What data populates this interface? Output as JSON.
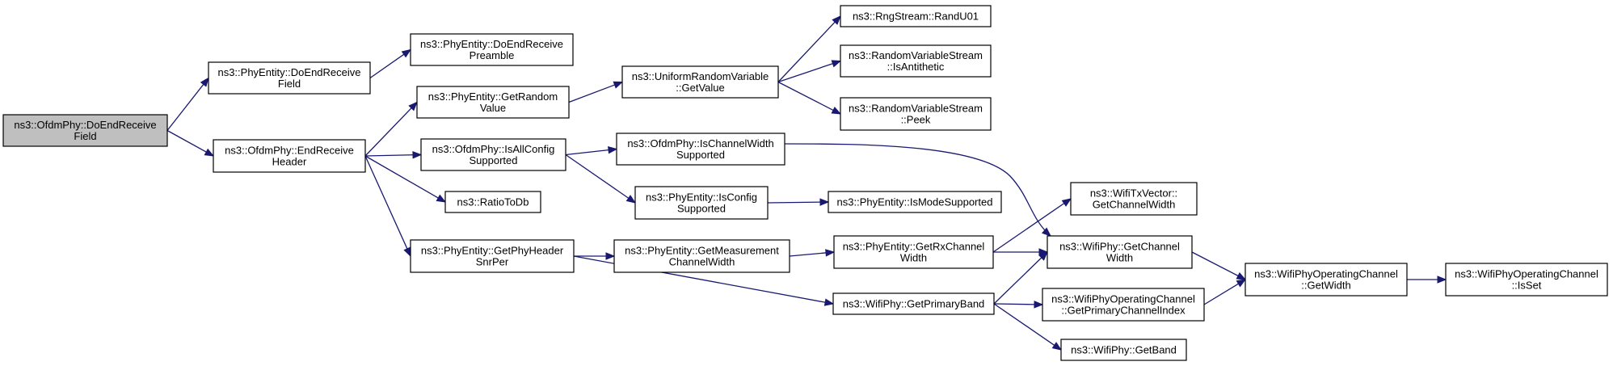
{
  "graph": {
    "colors": {
      "edge": "#191970",
      "root_fill": "#bfbfbf",
      "node_fill": "#ffffff",
      "node_border": "#000000"
    },
    "nodes": [
      {
        "id": "n0",
        "lines": [
          "ns3::OfdmPhy::DoEndReceive",
          "Field"
        ],
        "root": true
      },
      {
        "id": "n1",
        "lines": [
          "ns3::PhyEntity::DoEndReceive",
          "Field"
        ]
      },
      {
        "id": "n2",
        "lines": [
          "ns3::PhyEntity::DoEndReceive",
          "Preamble"
        ]
      },
      {
        "id": "n3",
        "lines": [
          "ns3::OfdmPhy::EndReceive",
          "Header"
        ]
      },
      {
        "id": "n4",
        "lines": [
          "ns3::PhyEntity::GetRandom",
          "Value"
        ]
      },
      {
        "id": "n5",
        "lines": [
          "ns3::UniformRandomVariable",
          "::GetValue"
        ]
      },
      {
        "id": "n6",
        "lines": [
          "ns3::RngStream::RandU01"
        ]
      },
      {
        "id": "n7",
        "lines": [
          "ns3::RandomVariableStream",
          "::IsAntithetic"
        ]
      },
      {
        "id": "n8",
        "lines": [
          "ns3::RandomVariableStream",
          "::Peek"
        ]
      },
      {
        "id": "n9",
        "lines": [
          "ns3::OfdmPhy::IsAllConfig",
          "Supported"
        ]
      },
      {
        "id": "n10",
        "lines": [
          "ns3::OfdmPhy::IsChannelWidth",
          "Supported"
        ]
      },
      {
        "id": "n11",
        "lines": [
          "ns3::PhyEntity::IsConfig",
          "Supported"
        ]
      },
      {
        "id": "n12",
        "lines": [
          "ns3::PhyEntity::IsModeSupported"
        ]
      },
      {
        "id": "n13",
        "lines": [
          "ns3::RatioToDb"
        ]
      },
      {
        "id": "n14",
        "lines": [
          "ns3::PhyEntity::GetPhyHeader",
          "SnrPer"
        ]
      },
      {
        "id": "n15",
        "lines": [
          "ns3::PhyEntity::GetMeasurement",
          "ChannelWidth"
        ]
      },
      {
        "id": "n16",
        "lines": [
          "ns3::PhyEntity::GetRxChannel",
          "Width"
        ]
      },
      {
        "id": "n17",
        "lines": [
          "ns3::WifiTxVector::",
          "GetChannelWidth"
        ]
      },
      {
        "id": "n18",
        "lines": [
          "ns3::WifiPhy::GetChannel",
          "Width"
        ]
      },
      {
        "id": "n19",
        "lines": [
          "ns3::WifiPhy::GetPrimaryBand"
        ]
      },
      {
        "id": "n20",
        "lines": [
          "ns3::WifiPhyOperatingChannel",
          "::GetPrimaryChannelIndex"
        ]
      },
      {
        "id": "n21",
        "lines": [
          "ns3::WifiPhy::GetBand"
        ]
      },
      {
        "id": "n22",
        "lines": [
          "ns3::WifiPhyOperatingChannel",
          "::GetWidth"
        ]
      },
      {
        "id": "n23",
        "lines": [
          "ns3::WifiPhyOperatingChannel",
          "::IsSet"
        ]
      }
    ],
    "edges": [
      [
        "n0",
        "n1"
      ],
      [
        "n0",
        "n3"
      ],
      [
        "n1",
        "n2"
      ],
      [
        "n3",
        "n4"
      ],
      [
        "n3",
        "n9"
      ],
      [
        "n3",
        "n13"
      ],
      [
        "n3",
        "n14"
      ],
      [
        "n4",
        "n5"
      ],
      [
        "n5",
        "n6"
      ],
      [
        "n5",
        "n7"
      ],
      [
        "n5",
        "n8"
      ],
      [
        "n9",
        "n10"
      ],
      [
        "n9",
        "n11"
      ],
      [
        "n10",
        "n18"
      ],
      [
        "n11",
        "n12"
      ],
      [
        "n14",
        "n15"
      ],
      [
        "n14",
        "n19"
      ],
      [
        "n15",
        "n16"
      ],
      [
        "n16",
        "n17"
      ],
      [
        "n16",
        "n18"
      ],
      [
        "n18",
        "n22"
      ],
      [
        "n19",
        "n18"
      ],
      [
        "n19",
        "n20"
      ],
      [
        "n19",
        "n21"
      ],
      [
        "n20",
        "n22"
      ],
      [
        "n22",
        "n23"
      ]
    ]
  }
}
